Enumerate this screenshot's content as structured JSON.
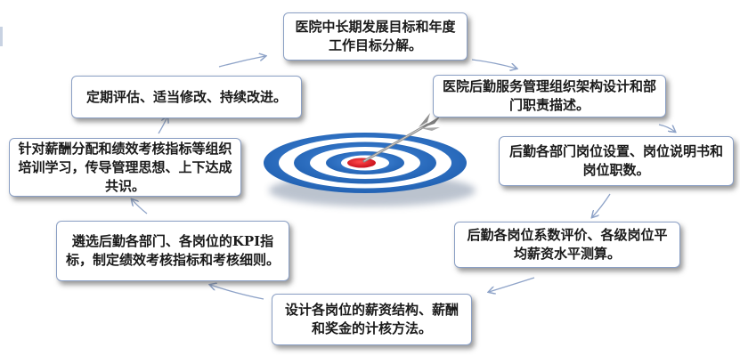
{
  "diagram": {
    "steps": [
      {
        "id": "step-1",
        "text": "医院中长期发展目标和年度工作目标分解。"
      },
      {
        "id": "step-2",
        "text": "医院后勤服务管理组织架构设计和部门职责描述。"
      },
      {
        "id": "step-3",
        "text": "后勤各部门岗位设置、岗位说明书和岗位职数。"
      },
      {
        "id": "step-4",
        "text": "后勤各岗位系数评价、各级岗位平均薪资水平测算。"
      },
      {
        "id": "step-5",
        "text": "设计各岗位的薪资结构、薪酬和奖金的计核方法。"
      },
      {
        "id": "step-6",
        "text": "遴选后勤各部门、各岗位的KPI指标，制定绩效考核指标和考核细则。"
      },
      {
        "id": "step-7",
        "text": "针对薪酬分配和绩效考核指标等组织培训学习，传导管理思想、上下达成共识。"
      },
      {
        "id": "step-8",
        "text": "定期评估、适当修改、持续改进。"
      }
    ],
    "colors": {
      "arrow": "#8ea3c8",
      "box_border": "#8a9fc4",
      "target_blue": "#2f73c4",
      "target_bullseye": "#e3202c",
      "dart": "#9a9a9a"
    },
    "center_icon": "target-with-dart-icon"
  }
}
